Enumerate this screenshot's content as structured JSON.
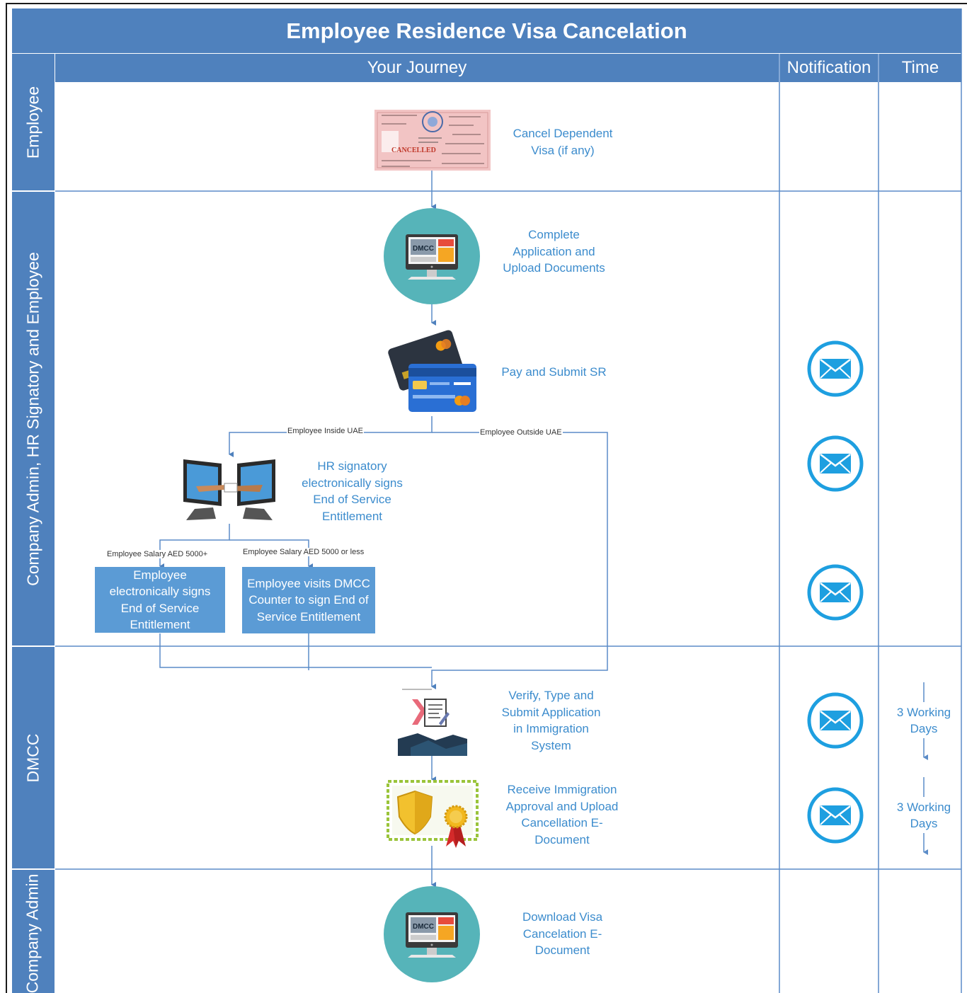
{
  "title": "Employee Residence Visa Cancelation",
  "headers": {
    "journey": "Your Journey",
    "notification": "Notification",
    "time": "Time"
  },
  "lanes": [
    "Employee",
    "Company Admin, HR Signatory and Employee",
    "DMCC",
    "Company Admin"
  ],
  "steps": {
    "cancel_dependent": [
      "Cancel Dependent",
      "Visa (if any)"
    ],
    "complete_application": [
      "Complete",
      "Application and",
      "Upload Documents"
    ],
    "pay_submit": [
      "Pay and Submit SR"
    ],
    "hr_signs": [
      "HR signatory",
      "electronically signs",
      "End of Service",
      "Entitlement"
    ],
    "employee_signs": [
      "Employee",
      "electronically signs",
      "End of Service",
      "Entitlement"
    ],
    "employee_visits": [
      "Employee visits DMCC",
      "Counter to sign End of",
      "Service Entitlement"
    ],
    "verify_type": [
      "Verify, Type and",
      "Submit Application",
      "in Immigration",
      "System"
    ],
    "receive_approval": [
      "Receive Immigration",
      "Approval and Upload",
      "Cancellation E-",
      "Document"
    ],
    "download": [
      "Download Visa",
      "Cancelation E-",
      "Document"
    ]
  },
  "conditions": {
    "inside_uae": "Employee Inside UAE",
    "outside_uae": "Employee Outside UAE",
    "salary_high": "Employee Salary AED 5000+",
    "salary_low": "Employee Salary AED 5000 or less"
  },
  "times": [
    "3 Working",
    "Days"
  ],
  "icon_labels": {
    "monitor_logo": "DMCC",
    "stamp_word": "CANCELLED"
  },
  "colors": {
    "header_blue": "#4f81bd",
    "box_blue": "#5b9bd5",
    "text_blue": "#3c8ccd",
    "teal": "#56b4b9",
    "mail_blue": "#1e9fe0",
    "line_blue": "#5b8cc8"
  }
}
